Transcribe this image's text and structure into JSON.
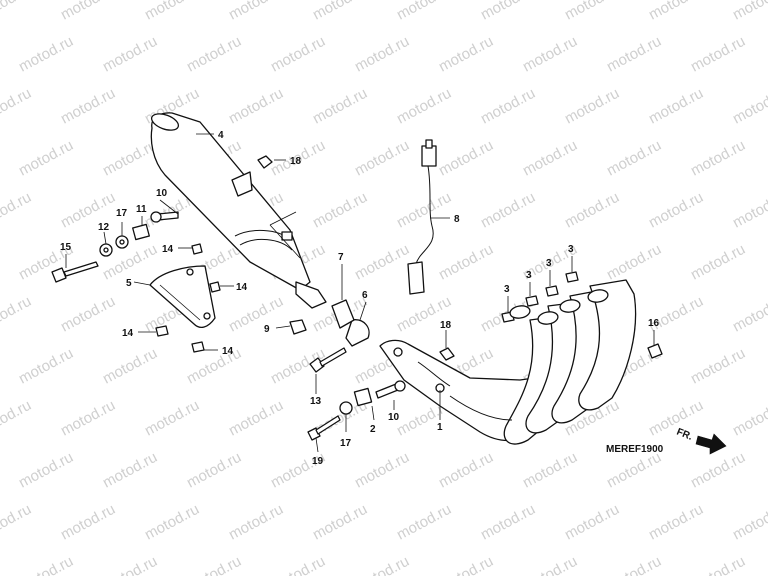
{
  "watermark": "motod.ru",
  "diagram_code": "MEREF1900",
  "direction_label": "FR.",
  "callouts": {
    "c1": "1",
    "c2": "2",
    "c3a": "3",
    "c3b": "3",
    "c3c": "3",
    "c3d": "3",
    "c4": "4",
    "c5": "5",
    "c6": "6",
    "c7": "7",
    "c8": "8",
    "c9": "9",
    "c10a": "10",
    "c10b": "10",
    "c11": "11",
    "c12": "12",
    "c13": "13",
    "c14a": "14",
    "c14b": "14",
    "c14c": "14",
    "c14d": "14",
    "c15": "15",
    "c16": "16",
    "c17a": "17",
    "c17b": "17",
    "c18a": "18",
    "c18b": "18",
    "c19": "19"
  }
}
